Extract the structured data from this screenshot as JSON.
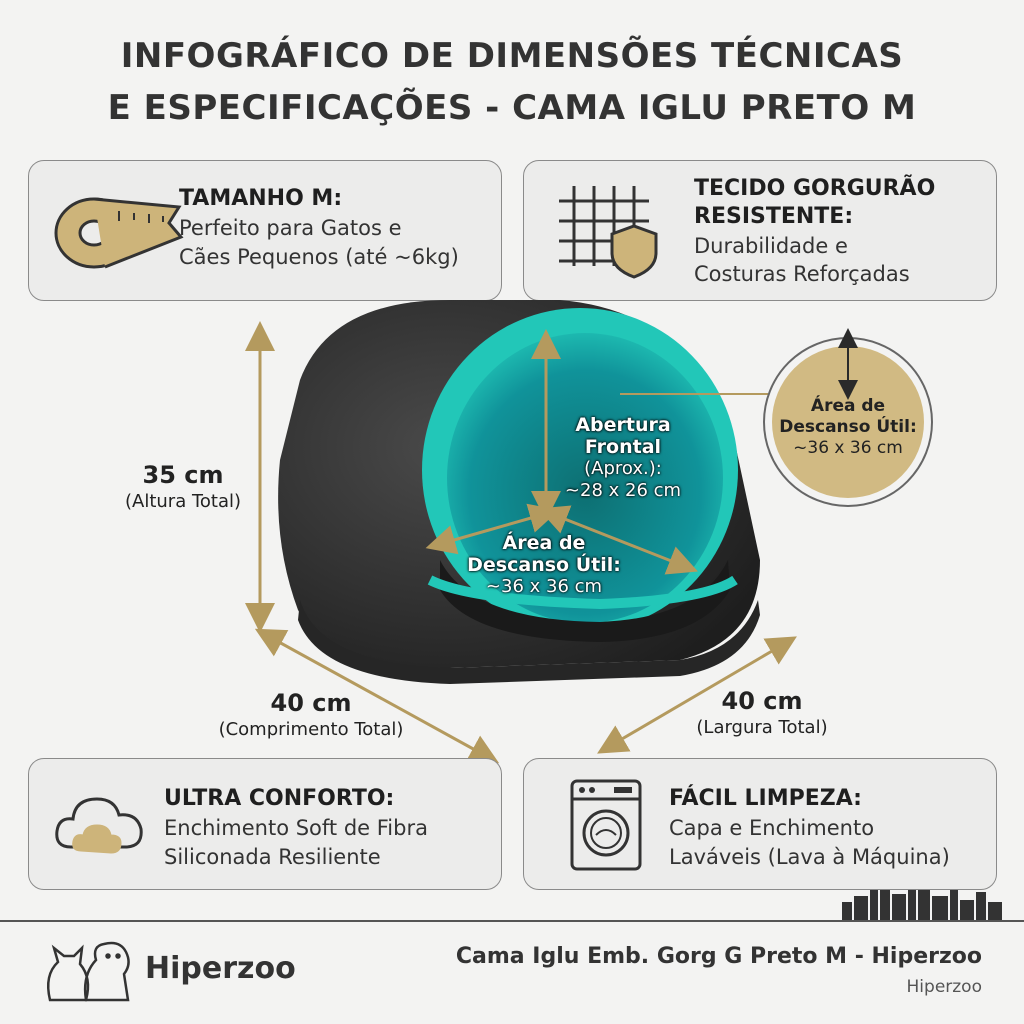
{
  "title": {
    "line1": "INFOGRÁFICO DE DIMENSÕES TÉCNICAS",
    "line2": "E ESPECIFICAÇÕES - CAMA IGLU PRETO M"
  },
  "cards": {
    "size": {
      "icon": "measuring-tape-icon",
      "heading": "TAMANHO M:",
      "line1": "Perfeito para Gatos e",
      "line2": "Cães Pequenos (até ~6kg)"
    },
    "fabric": {
      "icon": "woven-fabric-shield-icon",
      "heading1": "TECIDO GORGURÃO",
      "heading2": "RESISTENTE:",
      "line1": "Durabilidade e",
      "line2": "Costuras Reforçadas"
    },
    "comfort": {
      "icon": "cloud-icon",
      "heading": "ULTRA CONFORTO:",
      "line1": "Enchimento Soft de Fibra",
      "line2": "Siliconada Resiliente"
    },
    "cleaning": {
      "icon": "washing-machine-icon",
      "heading": "FÁCIL LIMPEZA:",
      "line1": "Capa e Enchimento",
      "line2": "Laváveis (Lava à Máquina)"
    }
  },
  "dimensions": {
    "height": {
      "value": "35 cm",
      "label": "(Altura Total)"
    },
    "length": {
      "value": "40 cm",
      "label": "(Comprimento Total)"
    },
    "width": {
      "value": "40 cm",
      "label": "(Largura Total)"
    },
    "opening": {
      "line1": "Abertura",
      "line2": "Frontal",
      "line3": "(Aprox.):",
      "line4": "~28 x 26 cm"
    },
    "rest_area": {
      "line1": "Área de",
      "line2": "Descanso Útil:",
      "line3": "~36 x 36 cm"
    },
    "rest_area_callout": {
      "line1": "Área de",
      "line2": "Descanso Útil:",
      "line3": "~36 x 36 cm"
    }
  },
  "footer": {
    "logo_icon": "cat-dog-outline-icon",
    "brand": "Hiperzoo",
    "product_title": "Cama Iglu Emb. Gorg G Preto M - Hiperzoo",
    "product_sub": "Hiperzoo"
  },
  "colors": {
    "accent_gold": "#b49a5e",
    "bed_black": "#2b2b2b",
    "lining_teal": "#1fbfae",
    "card_bg": "#ececeb"
  }
}
